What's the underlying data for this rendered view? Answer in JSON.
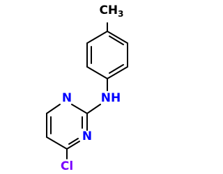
{
  "molecule": {
    "atoms": {
      "methyl": {
        "label": "CH",
        "subscript": "3",
        "color": "#000000"
      },
      "amine": {
        "label": "NH",
        "color": "#0000ff"
      },
      "ring_n1": {
        "label": "N",
        "color": "#0000ff"
      },
      "ring_n3": {
        "label": "N",
        "color": "#0000ff"
      },
      "chlorine": {
        "label": "Cl",
        "color": "#7a00ff"
      }
    }
  }
}
